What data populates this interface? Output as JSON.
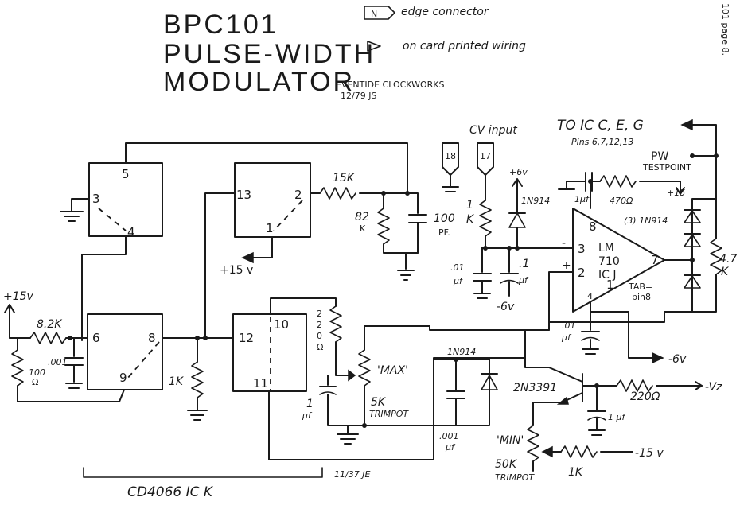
{
  "title": {
    "line1": "BPC101",
    "line2": "PULSE-WIDTH",
    "line3": "MODULATOR"
  },
  "author": {
    "company": "EVENTIDE CLOCKWORKS",
    "initials": "12/79 JS"
  },
  "page_ref": "101 page 8.",
  "legend": {
    "edge_symbol": "N",
    "edge": "edge connector",
    "onboard": "on card printed wiring"
  },
  "ic_k": {
    "label": "CD4066  IC K",
    "note": "11/37 JE"
  },
  "ic_k_pins": {
    "p5": "5",
    "p3": "3",
    "p4": "4",
    "p6": "6",
    "p8": "8",
    "p9": "9",
    "p13": "13",
    "p2": "2",
    "p1": "1",
    "p12": "12",
    "p10": "10",
    "p11": "11"
  },
  "opamp": {
    "pin8": "8",
    "name": "LM",
    "part": "710",
    "ic": "IC J",
    "pin3": "3",
    "pin2": "2",
    "pin1": "1",
    "pin4": "4",
    "pin7": "7",
    "plus": "+",
    "minus": "-",
    "tab1": "TAB=",
    "tab2": "pin8"
  },
  "cv": {
    "label": "CV input",
    "pin18": "18",
    "pin17": "17"
  },
  "outputs": {
    "to_ic": "TO IC C, E, G",
    "pins": "Pins 6,7,12,13",
    "pw": "PW",
    "testpoint": "TESTPOINT",
    "vz": "-Vz",
    "neg15": "-15 v",
    "neg6a": "-6v",
    "neg6b": "-6v",
    "pos15": "+15 v",
    "pos15b": "+15",
    "pos15c": "+15v",
    "pos6": "+6v"
  },
  "components": {
    "r15k": "15K",
    "r82k": "82",
    "r82k_unit": "K",
    "c100pf": "100",
    "c100pf_unit": "PF.",
    "r8k2": "8.2K",
    "c001a": ".001",
    "r100": "100",
    "r100_unit": "Ω",
    "r1k_gnd": "1K",
    "r220a": "2",
    "r220b": "2",
    "r220c": "0",
    "r220d": "Ω",
    "max": "'MAX'",
    "trim5k": "5K",
    "trim5k_label": "TRIMPOT",
    "c1uf_a": "1",
    "c1uf_a_unit": "µf",
    "c001b": ".001",
    "c001b_unit": "µf",
    "d1n914a": "1N914",
    "d1n914b": "1N914",
    "d1n914c": "(3) 1N914",
    "r1k_cv": "1",
    "r1k_cv_unit": "K",
    "c01a": ".01",
    "c01a_unit": "µf",
    "c1a": ".1",
    "c1a_unit": "µf",
    "c1uf_top": "1µf",
    "r470": "470Ω",
    "r47k": "4.7",
    "r47k_unit": "K",
    "c01b": ".01",
    "c01b_unit": "µf",
    "q2n3391": "2N3391",
    "r220": "220Ω",
    "c1uf_b": "1 µf",
    "min": "'MIN'",
    "trim50k": "50K",
    "trim50k_label": "TRIMPOT",
    "r1k_min": "1K"
  }
}
